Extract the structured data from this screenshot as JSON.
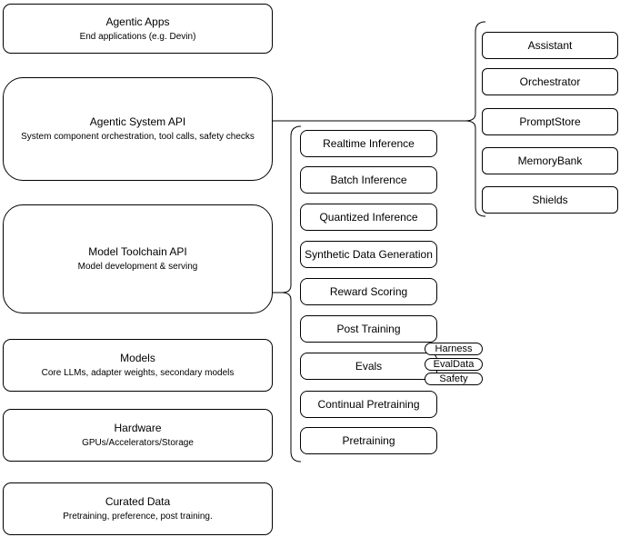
{
  "stack": [
    {
      "title": "Agentic Apps",
      "subtitle": "End applications (e.g. Devin)"
    },
    {
      "title": "Agentic System API",
      "subtitle": "System component orchestration, tool calls, safety checks"
    },
    {
      "title": "Model Toolchain API",
      "subtitle": "Model development & serving"
    },
    {
      "title": "Models",
      "subtitle": "Core LLMs, adapter weights, secondary models"
    },
    {
      "title": "Hardware",
      "subtitle": "GPUs/Accelerators/Storage"
    },
    {
      "title": "Curated Data",
      "subtitle": "Pretraining, preference, post training."
    }
  ],
  "toolchain": {
    "items": [
      "Realtime Inference",
      "Batch Inference",
      "Quantized Inference",
      "Synthetic Data Generation",
      "Reward Scoring",
      "Post Training",
      "Evals",
      "Continual Pretraining",
      "Pretraining"
    ]
  },
  "evals_tags": [
    "Harness",
    "EvalData",
    "Safety"
  ],
  "system_components": [
    "Assistant",
    "Orchestrator",
    "PromptStore",
    "MemoryBank",
    "Shields"
  ],
  "colors": {
    "stroke": "#000000",
    "fill": "#ffffff",
    "background": "#ffffff"
  }
}
